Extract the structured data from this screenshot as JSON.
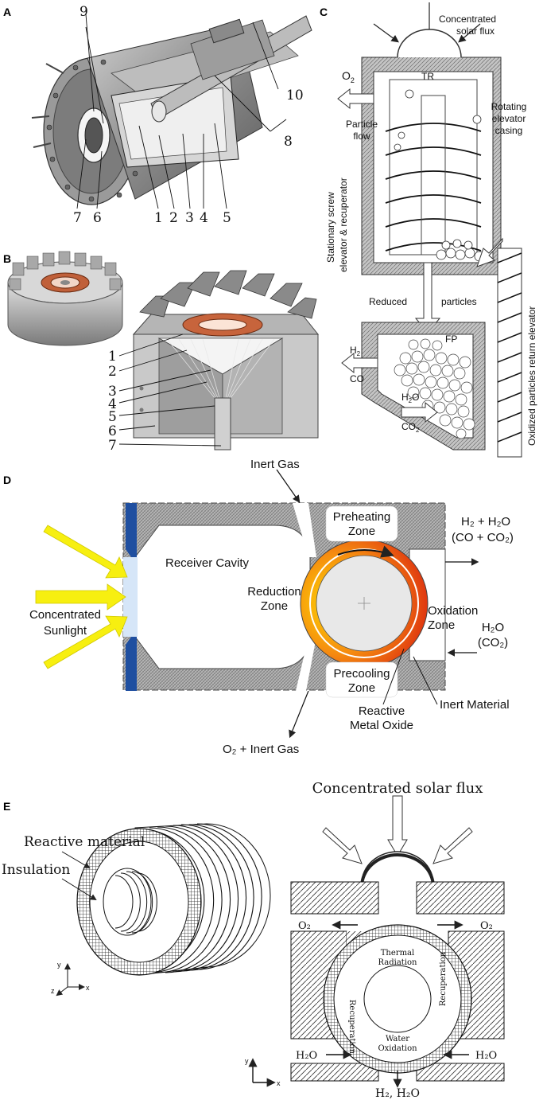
{
  "panels": {
    "A": {
      "letter": "A",
      "numbers": [
        "9",
        "10",
        "8",
        "7",
        "6",
        "1",
        "2",
        "3",
        "4",
        "5"
      ]
    },
    "B": {
      "letter": "B",
      "numbers": [
        "1",
        "2",
        "3",
        "4",
        "5",
        "6",
        "7"
      ]
    },
    "C": {
      "letter": "C",
      "concentrated_1": "Concentrated",
      "concentrated_2": "solar flux",
      "o2": "O",
      "o2_sub": "2",
      "tr": "TR",
      "rotating_1": "Rotating",
      "rotating_2": "elevator",
      "rotating_3": "casing",
      "particle_1": "Particle",
      "particle_2": "flow",
      "stationary_1": "Stationary screw",
      "stationary_2": "elevator & recuperator",
      "reduced": "Reduced",
      "particles": "particles",
      "h2": "H",
      "h2_sub": "2",
      "co": "CO",
      "fp": "FP",
      "h2o": "H",
      "h2o_sub": "2",
      "h2o_o": "O",
      "co2": "CO",
      "co2_sub": "2",
      "oxidized": "Oxidized particles return elevator"
    },
    "D": {
      "letter": "D",
      "inert_gas": "Inert Gas",
      "preheating_1": "Preheating",
      "preheating_2": "Zone",
      "h2_h2o_line1": "H₂ + H₂O",
      "h2_h2o_line2": "(CO + CO₂)",
      "receiver_cavity": "Receiver Cavity",
      "reduction_1": "Reduction",
      "reduction_2": "Zone",
      "oxidation_1": "Oxidation",
      "oxidation_2": "Zone",
      "concentrated_1": "Concentrated",
      "concentrated_2": "Sunlight",
      "h2o_line1": "H₂O",
      "h2o_line2": "(CO₂)",
      "precooling_1": "Precooling",
      "precooling_2": "Zone",
      "reactive_1": "Reactive",
      "reactive_2": "Metal Oxide",
      "inert_material": "Inert Material",
      "o2_inert": "O₂ + Inert Gas"
    },
    "E": {
      "letter": "E",
      "concentrated_solar_flux": "Concentrated solar flux",
      "reactive_material": "Reactive material",
      "insulation": "Insulation",
      "o2_left": "O₂",
      "o2_right": "O₂",
      "thermal_1": "Thermal",
      "thermal_2": "Radiation",
      "recuperation_left": "Recuperation",
      "recuperation_right": "Recuperation",
      "water_1": "Water",
      "water_2": "Oxidation",
      "h2o_left": "H₂O",
      "h2o_right": "H₂O",
      "h2_h2o": "H₂, H₂O",
      "axis_y": "y",
      "axis_x": "x",
      "axis_z": "z",
      "axis_y2": "y",
      "axis_x2": "x"
    }
  },
  "colors": {
    "hatch_gray": "#9a9a9a",
    "blue_window": "#1f4fa0",
    "sun_yellow": "#f7ef10",
    "ring_red": "#e02010",
    "ring_orange": "#f59a10"
  }
}
